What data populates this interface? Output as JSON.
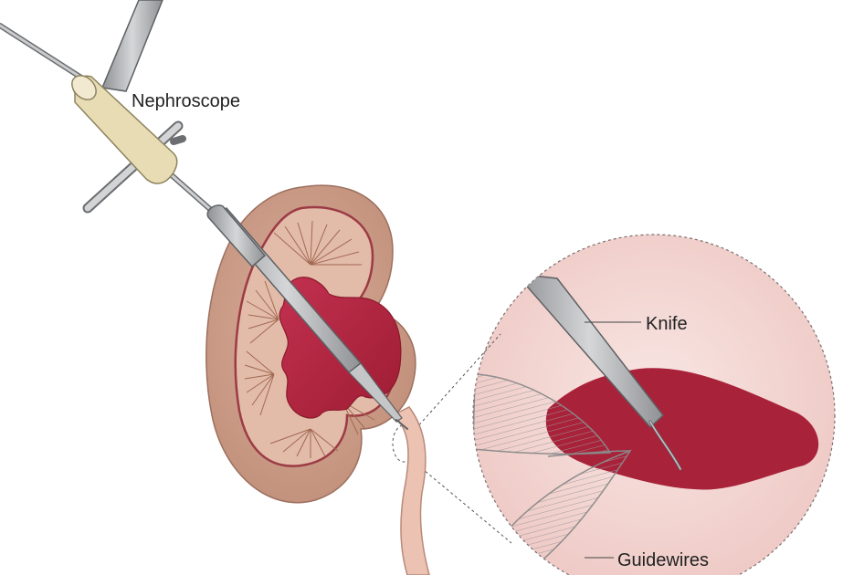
{
  "labels": {
    "nephroscope": "Nephroscope",
    "knife": "Knife",
    "guidewires": "Guidewires"
  },
  "colors": {
    "kidney_outer": "#c99a85",
    "kidney_inner": "#e7bfae",
    "pelvis": "#b5263f",
    "instrument": "#a7a9ac",
    "sheath": "#e8dcb4",
    "zoom_circle": "#f3d8d5",
    "ureter": "#ecc2b3",
    "leader_line": "#444444"
  }
}
